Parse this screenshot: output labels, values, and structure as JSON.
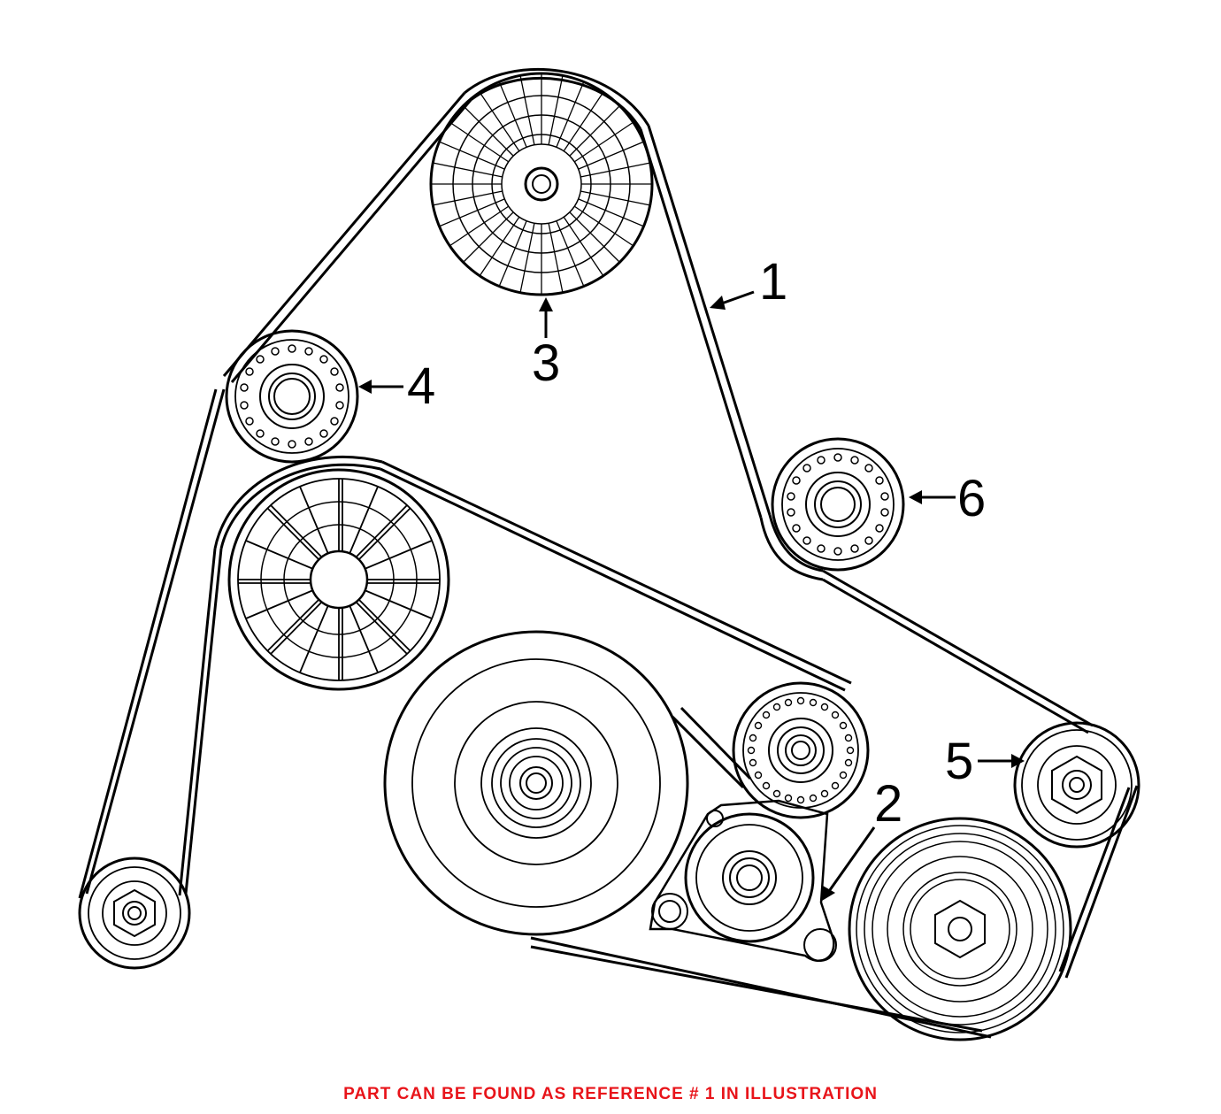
{
  "callouts": {
    "c1": "1",
    "c2": "2",
    "c3": "3",
    "c4": "4",
    "c5": "5",
    "c6": "6"
  },
  "footer": {
    "note": "PART CAN BE FOUND AS REFERENCE # 1 IN ILLUSTRATION",
    "color": "#e8141a"
  },
  "colors": {
    "line": "#000000",
    "background": "#ffffff"
  }
}
